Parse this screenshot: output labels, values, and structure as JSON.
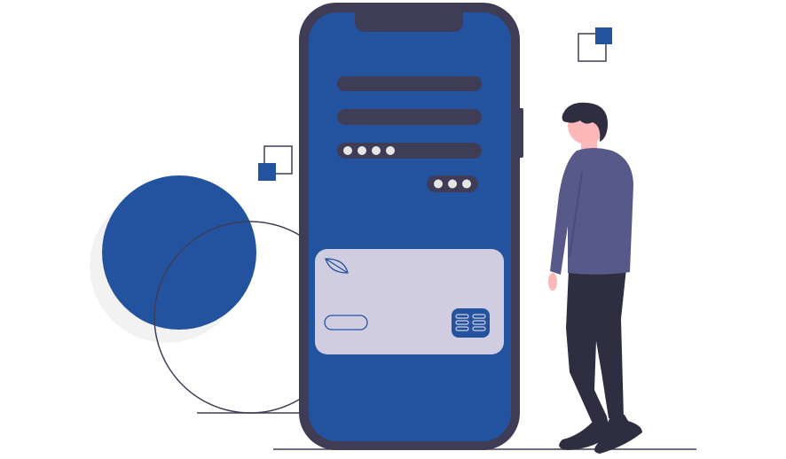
{
  "illustration": {
    "subject": "mobile-payment",
    "colors": {
      "primary": "#23539f",
      "dark": "#3f3d56",
      "card": "#d0cde1",
      "sweater": "#575a89",
      "skin": "#ffb8b8",
      "hair": "#2f2e41",
      "shadow": "#f2f2f2",
      "dot": "#e6e6e6"
    },
    "password_dots": 4,
    "pin_dots": 3
  }
}
